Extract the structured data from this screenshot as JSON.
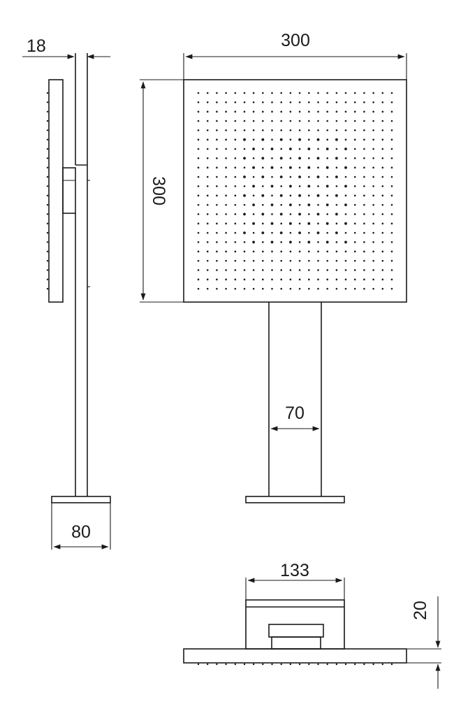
{
  "dimensions": {
    "side_wall_offset": "18",
    "head_width": "300",
    "head_height": "300",
    "arm_width": "70",
    "base_depth": "80",
    "bottom_arm_width": "133",
    "head_thickness": "20"
  },
  "colors": {
    "line": "#1a1a1a",
    "background": "#ffffff"
  }
}
